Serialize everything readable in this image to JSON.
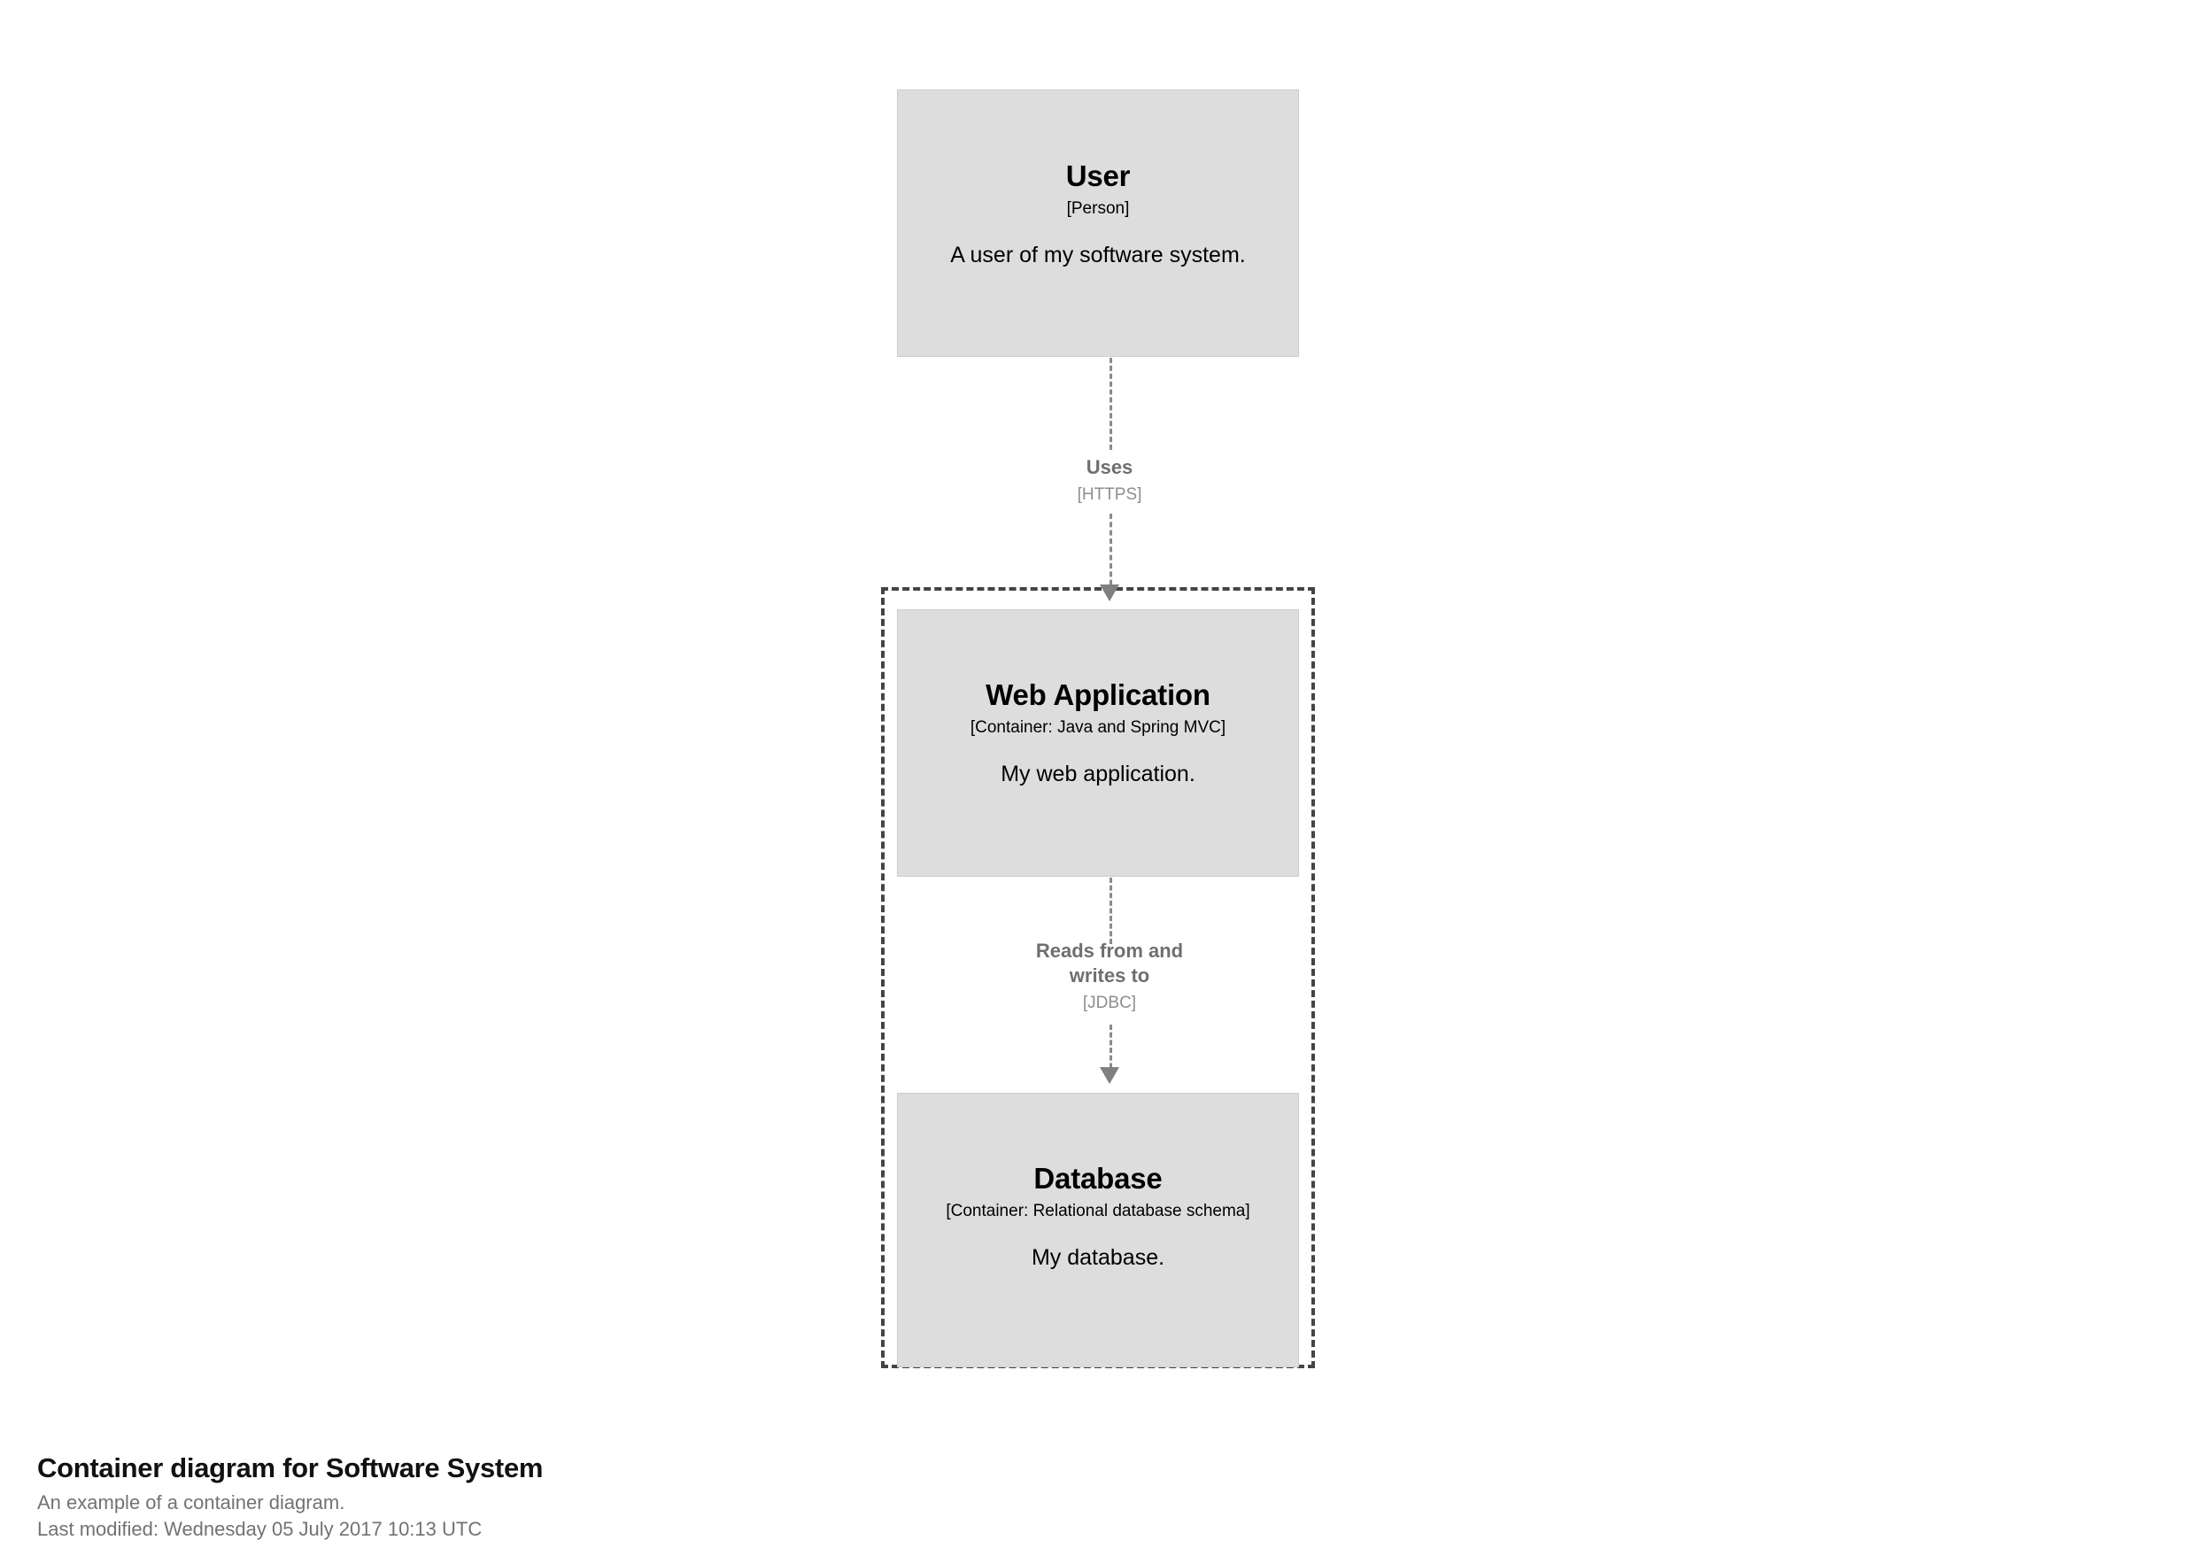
{
  "diagram": {
    "boundary": {
      "name": "software-system-boundary",
      "style": "dashed"
    },
    "nodes": [
      {
        "id": "user",
        "name": "User",
        "type": "[Person]",
        "description": "A user of my software system."
      },
      {
        "id": "webapp",
        "name": "Web Application",
        "type": "[Container: Java and Spring MVC]",
        "description": "My web application."
      },
      {
        "id": "database",
        "name": "Database",
        "type": "[Container: Relational database schema]",
        "description": "My database."
      }
    ],
    "relationships": [
      {
        "id": "uses",
        "source": "user",
        "target": "webapp",
        "description": "Uses",
        "technology": "[HTTPS]"
      },
      {
        "id": "reads-writes",
        "source": "webapp",
        "target": "database",
        "description": "Reads from and\nwrites to",
        "technology": "[JDBC]"
      }
    ]
  },
  "caption": {
    "title": "Container diagram for Software System",
    "subtitle": "An example of a container diagram.",
    "last_modified": "Last modified: Wednesday 05 July 2017 10:13 UTC"
  },
  "colors": {
    "node_fill": "#dddddd",
    "node_border": "#cccccc",
    "boundary_stroke": "#444444",
    "relationship_stroke": "#8a8a8a",
    "arrow_fill": "#808080",
    "relationship_label": "#6f6f6f",
    "relationship_tech": "#8e8e8e",
    "caption_title": "#111111",
    "caption_text": "#727272",
    "background": "#ffffff"
  }
}
